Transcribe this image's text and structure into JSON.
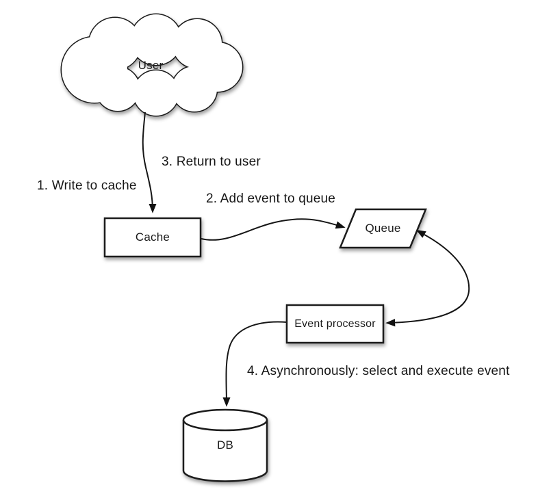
{
  "diagram": {
    "type": "flow-diagram",
    "background_color": "#ffffff",
    "stroke_color": "#1a1a1a",
    "text_color": "#1b1b1b",
    "nodes": {
      "user": {
        "label": "User",
        "shape": "cloud"
      },
      "cache": {
        "label": "Cache",
        "shape": "rectangle"
      },
      "queue": {
        "label": "Queue",
        "shape": "parallelogram"
      },
      "event_processor": {
        "label": "Event processor",
        "shape": "rectangle"
      },
      "db": {
        "label": "DB",
        "shape": "cylinder"
      }
    },
    "annotations": {
      "step1": {
        "label": "1. Write to cache"
      },
      "step2": {
        "label": "2. Add event to queue"
      },
      "step3": {
        "label": "3. Return to user"
      },
      "step4": {
        "label": "4. Asynchronously: select and execute event"
      }
    },
    "edges": [
      {
        "from": "user",
        "to": "cache",
        "arrow": "single"
      },
      {
        "from": "cache",
        "to": "queue",
        "arrow": "single"
      },
      {
        "from": "queue",
        "to": "event_processor",
        "arrow": "double"
      },
      {
        "from": "event_processor",
        "to": "db",
        "arrow": "single"
      }
    ]
  }
}
